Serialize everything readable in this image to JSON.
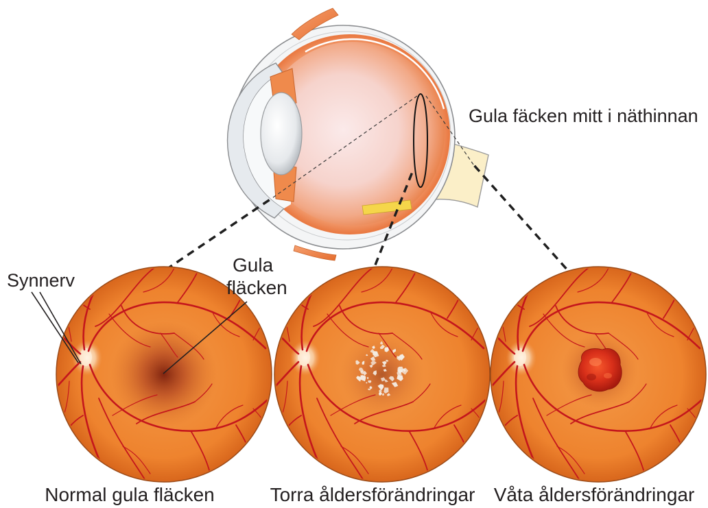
{
  "eye_diagram": {
    "macula_label": "Gula fäcken mitt i näthinnan"
  },
  "annotations": {
    "optic_nerve": "Synnerv",
    "macula_line1": "Gula",
    "macula_line2": "fläcken"
  },
  "panels": [
    {
      "caption": "Normal gula fläcken"
    },
    {
      "caption": "Torra åldersförändringar"
    },
    {
      "caption": "Våta åldersförändringar"
    }
  ],
  "colors": {
    "retina": "#ee832e",
    "vessel": "#c4161c",
    "macula": "#7a1e0c",
    "optic_disc": "#f7c89a",
    "drusen": "#f4eee6",
    "hemorrhage": "#d9301a",
    "optic_nerve": "#fbefc8",
    "muscle": "#e56d2e"
  }
}
